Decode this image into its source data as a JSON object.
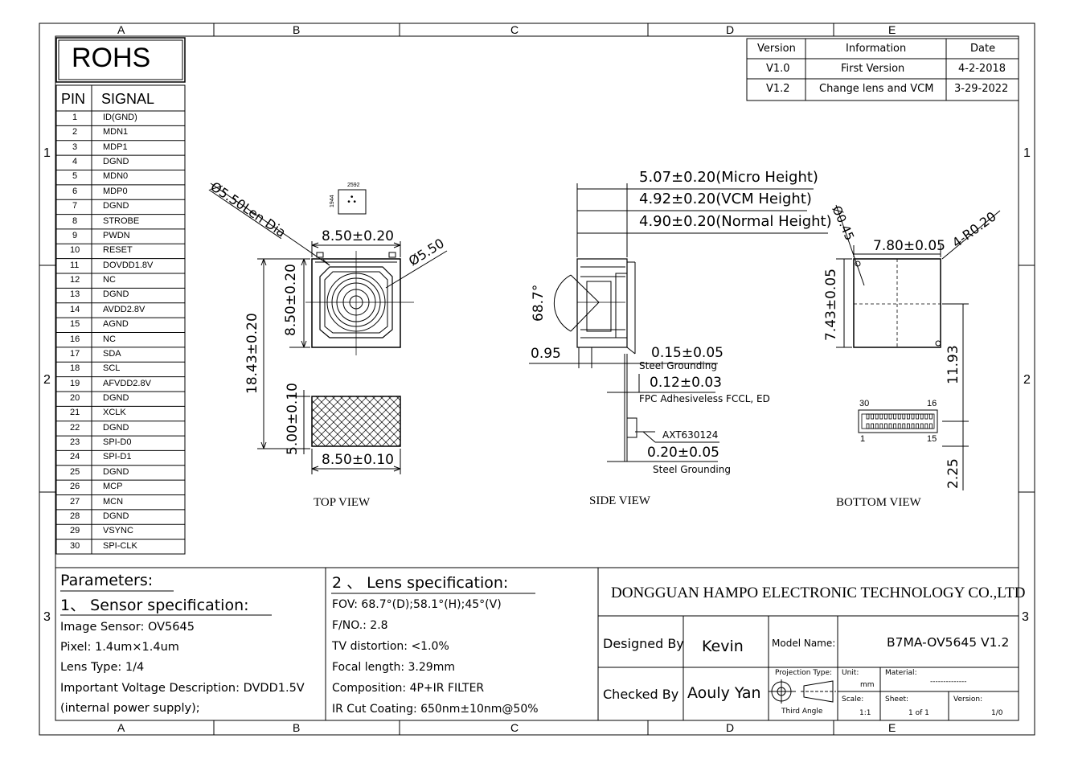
{
  "frame": {
    "col_letters": [
      "A",
      "B",
      "C",
      "D",
      "E"
    ],
    "row_numbers": [
      "1",
      "2",
      "3"
    ]
  },
  "rohs": "ROHS",
  "pin_table": {
    "header_pin": "PIN",
    "header_signal": "SIGNAL",
    "rows": [
      {
        "pin": "1",
        "signal": "ID(GND)"
      },
      {
        "pin": "2",
        "signal": "MDN1"
      },
      {
        "pin": "3",
        "signal": "MDP1"
      },
      {
        "pin": "4",
        "signal": "DGND"
      },
      {
        "pin": "5",
        "signal": "MDN0"
      },
      {
        "pin": "6",
        "signal": "MDP0"
      },
      {
        "pin": "7",
        "signal": "DGND"
      },
      {
        "pin": "8",
        "signal": "STROBE"
      },
      {
        "pin": "9",
        "signal": "PWDN"
      },
      {
        "pin": "10",
        "signal": "RESET"
      },
      {
        "pin": "11",
        "signal": "DOVDD1.8V"
      },
      {
        "pin": "12",
        "signal": "NC"
      },
      {
        "pin": "13",
        "signal": "DGND"
      },
      {
        "pin": "14",
        "signal": "AVDD2.8V"
      },
      {
        "pin": "15",
        "signal": "AGND"
      },
      {
        "pin": "16",
        "signal": "NC"
      },
      {
        "pin": "17",
        "signal": "SDA"
      },
      {
        "pin": "18",
        "signal": "SCL"
      },
      {
        "pin": "19",
        "signal": "AFVDD2.8V"
      },
      {
        "pin": "20",
        "signal": "DGND"
      },
      {
        "pin": "21",
        "signal": "XCLK"
      },
      {
        "pin": "22",
        "signal": "DGND"
      },
      {
        "pin": "23",
        "signal": "SPI-D0"
      },
      {
        "pin": "24",
        "signal": "SPI-D1"
      },
      {
        "pin": "25",
        "signal": "DGND"
      },
      {
        "pin": "26",
        "signal": "MCP"
      },
      {
        "pin": "27",
        "signal": "MCN"
      },
      {
        "pin": "28",
        "signal": "DGND"
      },
      {
        "pin": "29",
        "signal": "VSYNC"
      },
      {
        "pin": "30",
        "signal": "SPI-CLK"
      }
    ]
  },
  "revisions": {
    "headers": [
      "Version",
      "Information",
      "Date"
    ],
    "rows": [
      {
        "version": "V1.0",
        "info": "First Version",
        "date": "4-2-2018"
      },
      {
        "version": "V1.2",
        "info": "Change lens and VCM",
        "date": "3-29-2022"
      }
    ]
  },
  "top_view": {
    "caption": "TOP VIEW",
    "lens_dia": "Ø5.50Len Dia",
    "width_top": "8.50±0.20",
    "dia": "Ø5.50",
    "height_body": "8.50±0.20",
    "height_total": "18.43±0.20",
    "height_fpc": "5.00±0.10",
    "width_fpc": "8.50±0.10",
    "sensor_w": "2592",
    "sensor_h": "1944"
  },
  "side_view": {
    "caption": "SIDE VIEW",
    "micro_height": "5.07±0.20(Micro Height)",
    "vcm_height": "4.92±0.20(VCM Height)",
    "normal_height": "4.90±0.20(Normal Height)",
    "angle": "68.7°",
    "offset": "0.95",
    "steel1_val": "0.15±0.05",
    "steel1_label": "Steel Grounding",
    "fpc_val": "0.12±0.03",
    "fpc_label": "FPC Adhesiveless FCCL, ED",
    "connector": "AXT630124",
    "steel2_val": "0.20±0.05",
    "steel2_label": "Steel Grounding"
  },
  "bottom_view": {
    "caption": "BOTTOM VIEW",
    "chamfer": "Ø0.45",
    "width": "7.80±0.05",
    "radius": "4-R0.20",
    "height": "7.43±0.05",
    "offset_v": "11.93",
    "offset_b": "2.25",
    "pin30": "30",
    "pin16": "16",
    "pin1": "1",
    "pin15": "15"
  },
  "parameters": {
    "title": "Parameters:",
    "sensor_title": "1、 Sensor specification:",
    "sensor_lines": [
      "Image Sensor: OV5645",
      "Pixel: 1.4um×1.4um",
      "Lens Type: 1/4",
      "Important Voltage Description: DVDD1.5V",
      "(internal power supply);"
    ],
    "lens_title": "2 、 Lens specification:",
    "lens_lines": [
      "FOV: 68.7°(D);58.1°(H);45°(V)",
      "F/NO.: 2.8",
      "TV distortion: <1.0%",
      "Focal length: 3.29mm",
      "Composition: 4P+IR  FILTER",
      "IR Cut Coating: 650nm±10nm@50%"
    ]
  },
  "title_block": {
    "company": "DONGGUAN HAMPO ELECTRONIC TECHNOLOGY CO.,LTD",
    "designed_by_label": "Designed By",
    "designed_by": "Kevin",
    "checked_by_label": "Checked By",
    "checked_by": "Aouly Yan",
    "model_name_label": "Model Name:",
    "model_name": "B7MA-OV5645 V1.2",
    "projection_label": "Projection Type:",
    "projection": "Third Angle",
    "unit_label": "Unit:",
    "unit": "mm",
    "material_label": "Material:",
    "material": "--------------",
    "scale_label": "Scale:",
    "scale": "1:1",
    "sheet_label": "Sheet:",
    "sheet": "1 of 1",
    "version_label": "Version:",
    "version": "1/0"
  }
}
